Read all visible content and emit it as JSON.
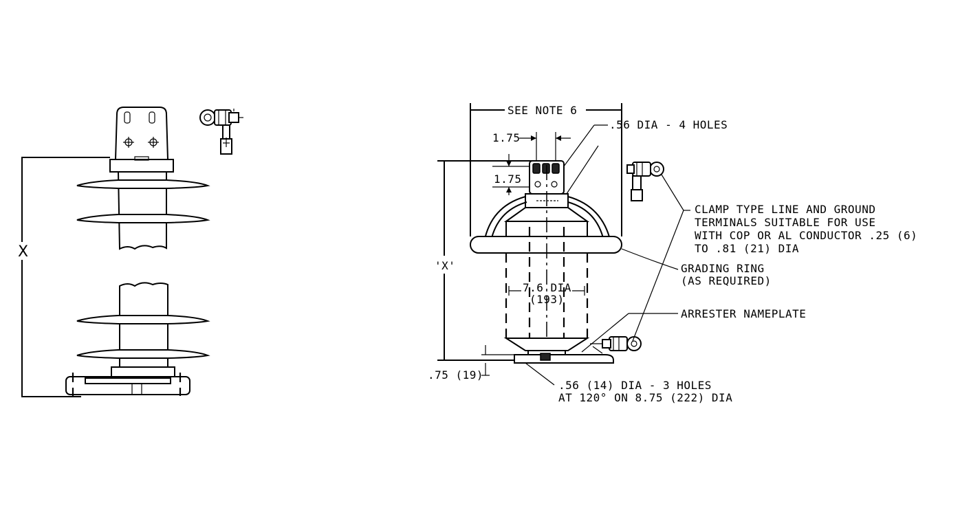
{
  "left_view": {
    "height_label": "X"
  },
  "right_view": {
    "see_note": "SEE NOTE 6",
    "hole_top": ".56 DIA - 4 HOLES",
    "dim_h": "1.75",
    "dim_v": "1.75",
    "terminal_note": [
      "CLAMP TYPE LINE AND GROUND",
      "TERMINALS SUITABLE FOR USE",
      "WITH COP OR AL CONDUCTOR .25 (6)",
      "TO .81 (21) DIA"
    ],
    "grading_ring": [
      "GRADING RING",
      "(AS REQUIRED)"
    ],
    "height_label": "'X'",
    "body_dia": [
      "7.6 DIA",
      "(193)"
    ],
    "nameplate": "ARRESTER NAMEPLATE",
    "base_thickness": ".75 (19)",
    "base_holes": [
      ".56 (14) DIA - 3 HOLES",
      "AT 120° ON 8.75 (222) DIA"
    ]
  }
}
